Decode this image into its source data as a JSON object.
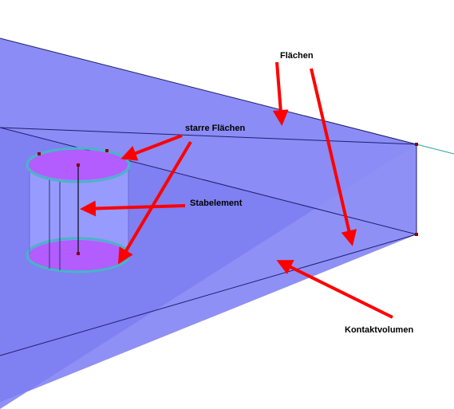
{
  "colors": {
    "slab_top": "#8b8cf5",
    "slab_front": "#7f80f2",
    "slab_right": "#9192f6",
    "edge": "#1e1e6e",
    "axis_line": "#000000",
    "cylinder_body": "#9aa0ff",
    "cylinder_cap": "#b35cff",
    "cylinder_ring": "#49b4c8",
    "node": "#8b0000",
    "arrow": "#ff0000"
  },
  "labels": {
    "flaechen": "Flächen",
    "starre_flaechen": "starre Flächen",
    "stabelement": "Stabelement",
    "kontaktvolumen": "Kontaktvolumen"
  }
}
